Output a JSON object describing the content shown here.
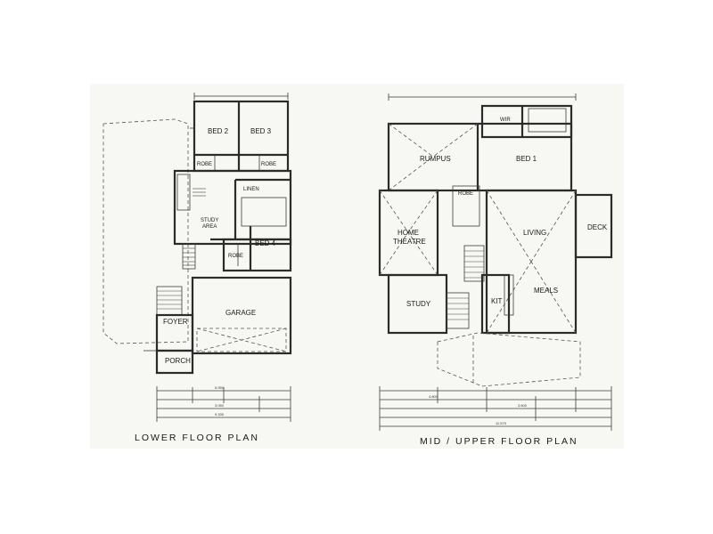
{
  "captions": {
    "lower": "LOWER FLOOR PLAN",
    "upper": "MID / UPPER FLOOR PLAN"
  },
  "lower_rooms": {
    "bed2": "BED 2",
    "bed3": "BED 3",
    "robe_a": "ROBE",
    "robe_b": "ROBE",
    "linen": "LINEN",
    "study": "STUDY",
    "study_area": "AREA",
    "bed4": "BED 4",
    "robe_c": "ROBE",
    "garage": "GARAGE",
    "foyer": "FOYER",
    "porch": "PORCH"
  },
  "upper_rooms": {
    "wir": "WIR",
    "rumpus": "RUMPUS",
    "bed1": "BED 1",
    "robe": "ROBE",
    "home": "HOME",
    "theatre": "THEATRE",
    "living": "LIVING",
    "deck": "DECK",
    "study": "STUDY",
    "kit": "KIT",
    "meals": "MEALS"
  }
}
